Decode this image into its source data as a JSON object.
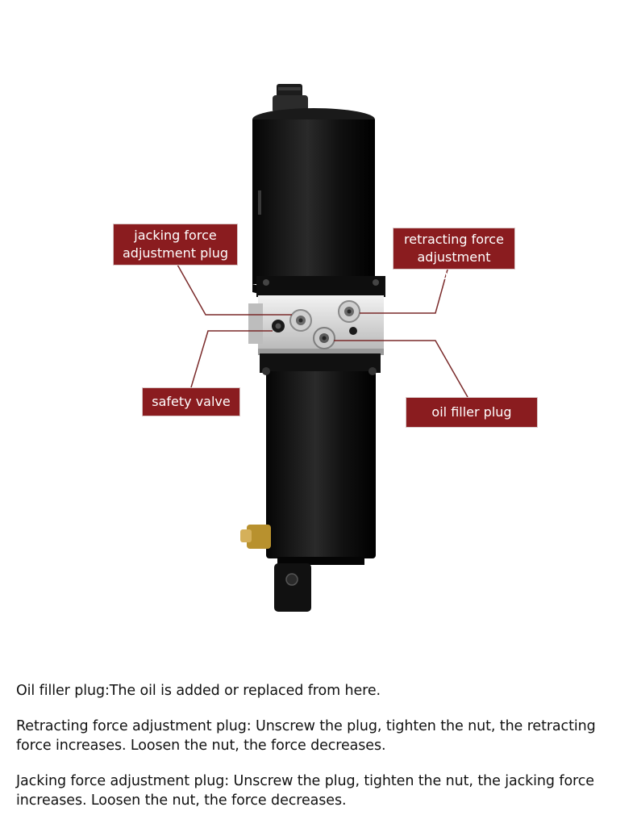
{
  "colors": {
    "callout_bg": "#8a1c1f",
    "leader_line": "#7a2a2a",
    "body_black": "#0b0b0b",
    "block_aluminium": "#d8d8d8",
    "brass": "#b8912e"
  },
  "callouts": {
    "jacking_force": {
      "line1": "jacking force",
      "line2": "adjustment plug"
    },
    "retracting_force": {
      "line1": "retracting force",
      "line2": "adjustment plug"
    },
    "safety_valve": {
      "label": "safety valve"
    },
    "oil_filler": {
      "label": "oil filler plug"
    }
  },
  "descriptions": {
    "oil_filler": "Oil filler plug:The oil is added or replaced from here.",
    "retracting": "Retracting force adjustment plug: Unscrew the plug, tighten the nut, the retracting force increases. Loosen the nut, the force decreases.",
    "jacking": "Jacking force adjustment plug: Unscrew the plug, tighten the nut, the jacking force increases. Loosen the nut, the force decreases."
  }
}
